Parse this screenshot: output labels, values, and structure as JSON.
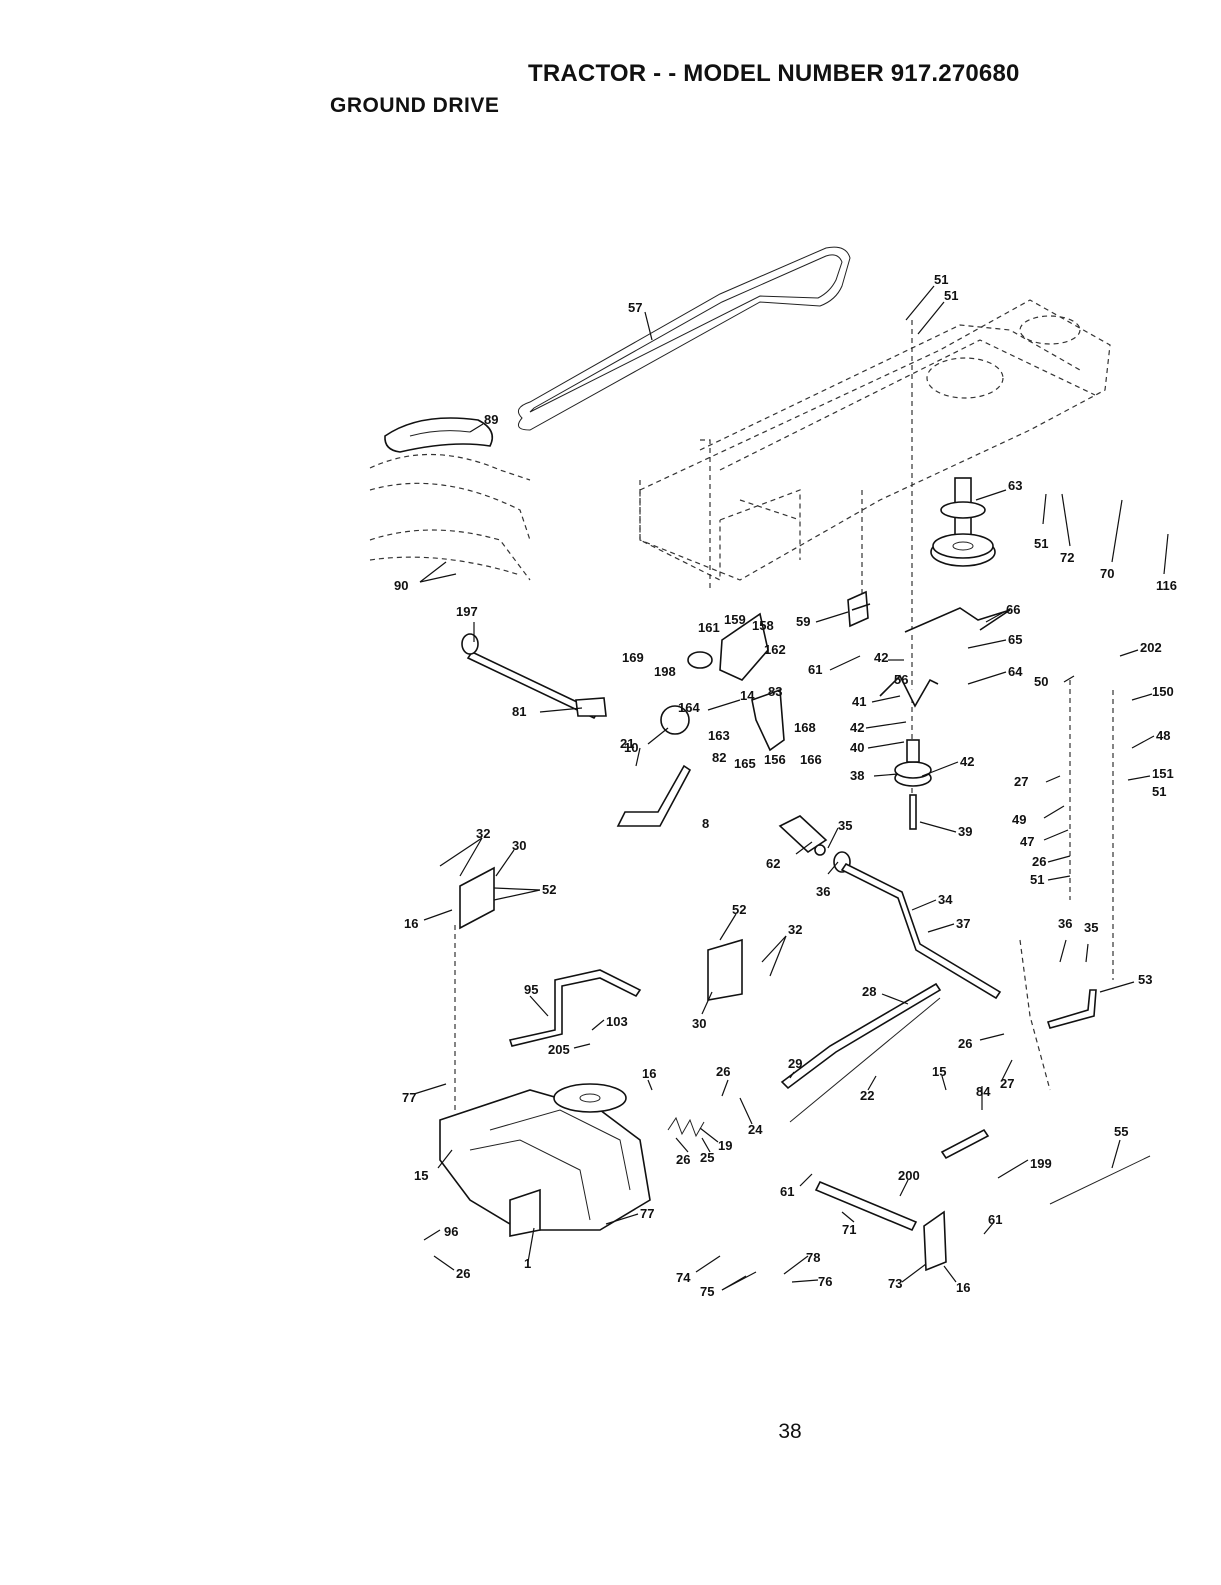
{
  "header": {
    "title": "TRACTOR - - MODEL NUMBER 917.270680",
    "section": "GROUND DRIVE"
  },
  "footer": {
    "page_number": "38"
  },
  "callouts": [
    {
      "label": "57"
    },
    {
      "label": "51"
    },
    {
      "label": "51"
    },
    {
      "label": "89"
    },
    {
      "label": "63"
    },
    {
      "label": "51"
    },
    {
      "label": "72"
    },
    {
      "label": "70"
    },
    {
      "label": "116"
    },
    {
      "label": "90"
    },
    {
      "label": "197"
    },
    {
      "label": "161"
    },
    {
      "label": "159"
    },
    {
      "label": "158"
    },
    {
      "label": "59"
    },
    {
      "label": "66"
    },
    {
      "label": "169"
    },
    {
      "label": "198"
    },
    {
      "label": "162"
    },
    {
      "label": "61"
    },
    {
      "label": "42"
    },
    {
      "label": "65"
    },
    {
      "label": "202"
    },
    {
      "label": "56"
    },
    {
      "label": "64"
    },
    {
      "label": "50"
    },
    {
      "label": "150"
    },
    {
      "label": "81"
    },
    {
      "label": "14"
    },
    {
      "label": "83"
    },
    {
      "label": "41"
    },
    {
      "label": "164"
    },
    {
      "label": "163"
    },
    {
      "label": "168"
    },
    {
      "label": "42"
    },
    {
      "label": "48"
    },
    {
      "label": "21"
    },
    {
      "label": "40"
    },
    {
      "label": "10"
    },
    {
      "label": "82"
    },
    {
      "label": "165"
    },
    {
      "label": "156"
    },
    {
      "label": "166"
    },
    {
      "label": "38"
    },
    {
      "label": "42"
    },
    {
      "label": "27"
    },
    {
      "label": "151"
    },
    {
      "label": "51"
    },
    {
      "label": "8"
    },
    {
      "label": "35"
    },
    {
      "label": "49"
    },
    {
      "label": "39"
    },
    {
      "label": "32"
    },
    {
      "label": "30"
    },
    {
      "label": "62"
    },
    {
      "label": "47"
    },
    {
      "label": "36"
    },
    {
      "label": "26"
    },
    {
      "label": "51"
    },
    {
      "label": "52"
    },
    {
      "label": "34"
    },
    {
      "label": "16"
    },
    {
      "label": "52"
    },
    {
      "label": "37"
    },
    {
      "label": "32"
    },
    {
      "label": "36"
    },
    {
      "label": "35"
    },
    {
      "label": "95"
    },
    {
      "label": "53"
    },
    {
      "label": "28"
    },
    {
      "label": "30"
    },
    {
      "label": "103"
    },
    {
      "label": "205"
    },
    {
      "label": "26"
    },
    {
      "label": "29"
    },
    {
      "label": "16"
    },
    {
      "label": "26"
    },
    {
      "label": "77"
    },
    {
      "label": "15"
    },
    {
      "label": "84"
    },
    {
      "label": "27"
    },
    {
      "label": "22"
    },
    {
      "label": "24"
    },
    {
      "label": "19"
    },
    {
      "label": "26"
    },
    {
      "label": "25"
    },
    {
      "label": "55"
    },
    {
      "label": "15"
    },
    {
      "label": "199"
    },
    {
      "label": "200"
    },
    {
      "label": "61"
    },
    {
      "label": "77"
    },
    {
      "label": "96"
    },
    {
      "label": "71"
    },
    {
      "label": "61"
    },
    {
      "label": "1"
    },
    {
      "label": "26"
    },
    {
      "label": "78"
    },
    {
      "label": "74"
    },
    {
      "label": "75"
    },
    {
      "label": "76"
    },
    {
      "label": "73"
    },
    {
      "label": "16"
    }
  ]
}
